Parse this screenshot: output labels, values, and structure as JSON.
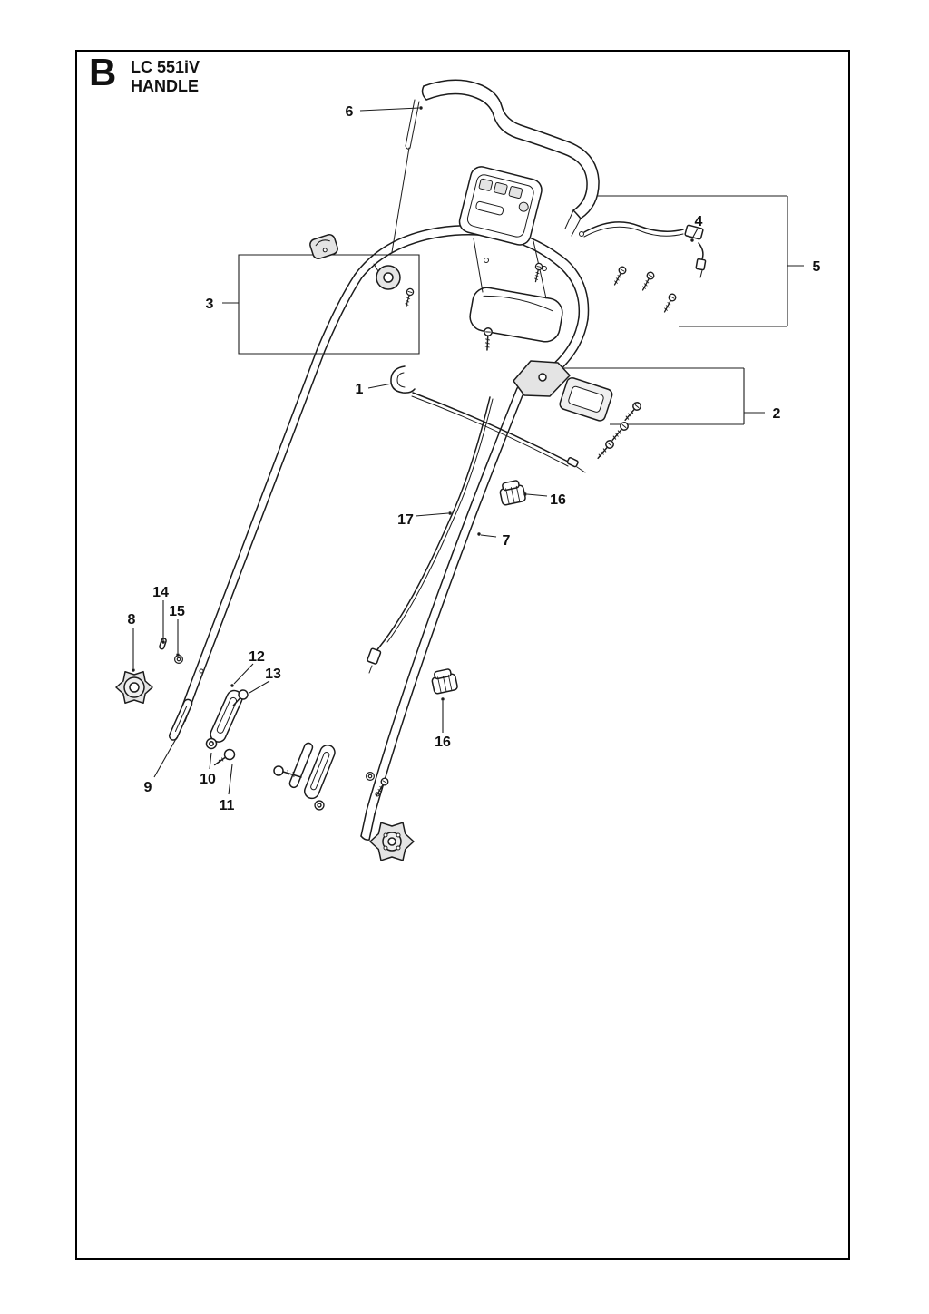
{
  "header": {
    "section_letter": "B",
    "model": "LC 551iV",
    "title": "HANDLE"
  },
  "callouts": [
    {
      "label": "6"
    },
    {
      "label": "4"
    },
    {
      "label": "5"
    },
    {
      "label": "3"
    },
    {
      "label": "1"
    },
    {
      "label": "2"
    },
    {
      "label": "16"
    },
    {
      "label": "17"
    },
    {
      "label": "7"
    },
    {
      "label": "14"
    },
    {
      "label": "15"
    },
    {
      "label": "8"
    },
    {
      "label": "12"
    },
    {
      "label": "13"
    },
    {
      "label": "9"
    },
    {
      "label": "10"
    },
    {
      "label": "11"
    },
    {
      "label": "16"
    }
  ]
}
